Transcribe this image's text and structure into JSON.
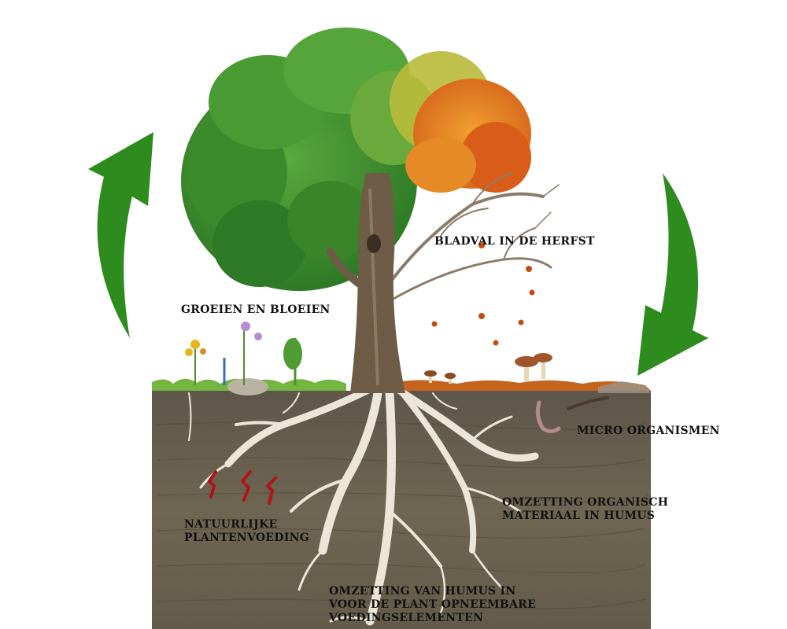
{
  "labels": {
    "growing": "GROEIEN EN BLOEIEN",
    "leaf_fall": "BLADVAL IN DE HERFST",
    "micro_organisms": "MICRO ORGANISMEN",
    "conversion_organic": [
      "OMZETTING ORGANISCH",
      "MATERIAAL IN HUMUS"
    ],
    "natural_nutrition": [
      "NATUURLIJKE",
      "PLANTENVOEDING"
    ],
    "conversion_humus": [
      "OMZETTING VAN HUMUS IN",
      "VOOR DE PLANT OPNEEMBARE",
      "VOEDINGSELEMENTEN"
    ]
  },
  "colors": {
    "arrow_green": "#2e8b1e",
    "soil": "#6e6552",
    "soil_dark": "#5a5343",
    "grass": "#6fae3a",
    "trunk": "#6b5a44",
    "root": "#efe9dc",
    "leaves_green": "#3f8f2f",
    "leaves_autumn": "#e07a1e",
    "heat_red": "#b3121b"
  }
}
